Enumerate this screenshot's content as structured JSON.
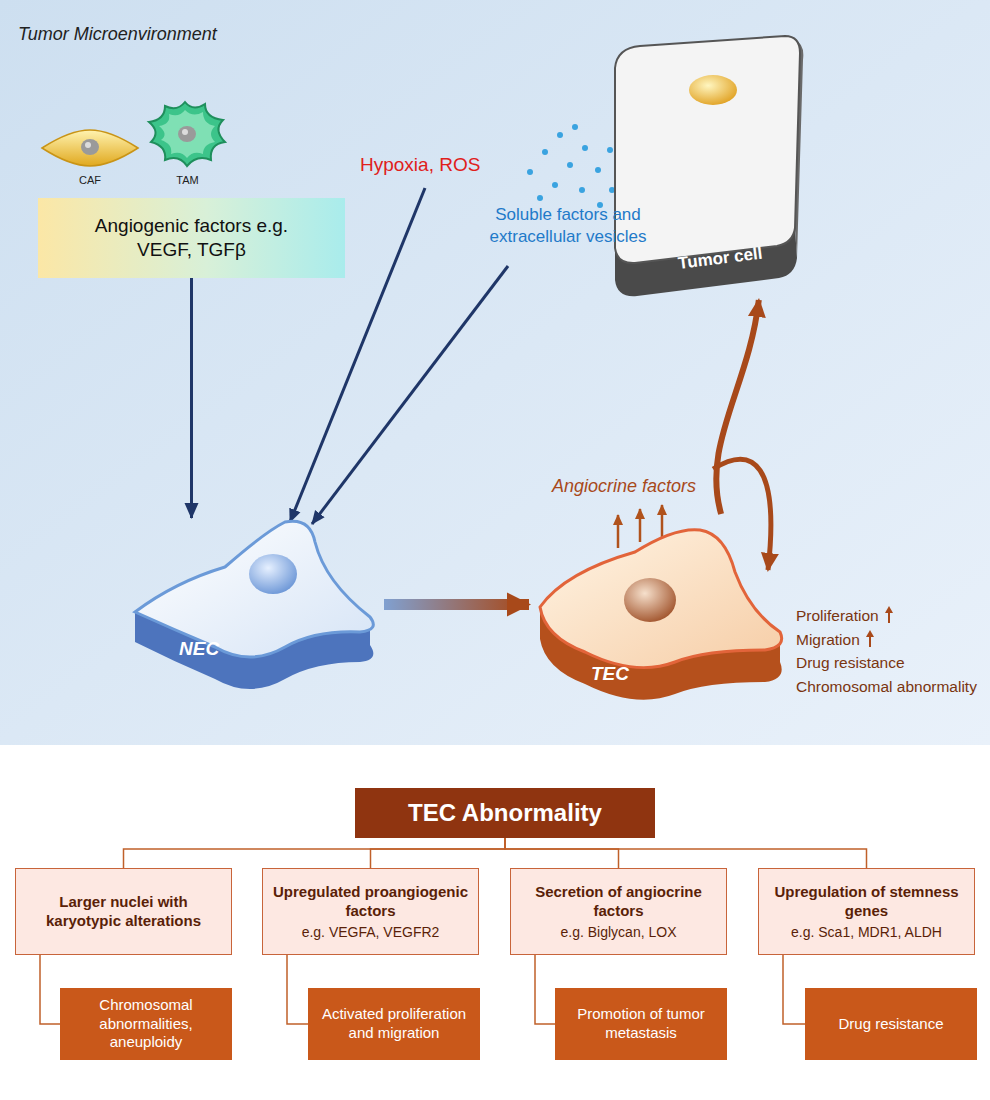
{
  "diagram": {
    "nodes": [
      {
        "text": [
          "CAF"
        ]
      },
      {
        "text": [
          "TAM"
        ]
      },
      {
        "text": [
          "Angiogenic factors e.g. VEGF, TGFβ"
        ]
      },
      {
        "text": [
          "Tumor cell"
        ]
      },
      {
        "text": [
          "NEC"
        ]
      },
      {
        "text": [
          "TEC"
        ]
      },
      {
        "text": [
          "TEC Abnormality"
        ]
      },
      {
        "text": [
          "Larger nuclei with karyotypic alterations"
        ]
      },
      {
        "text": [
          "Upregulated proangiogenic factors",
          "e.g. VEGFA, VEGFR2"
        ]
      },
      {
        "text": [
          "Secretion of angiocrine factors",
          "e.g. Biglycan, LOX"
        ]
      },
      {
        "text": [
          "Upregulation of stemness genes",
          "e.g. Sca1, MDR1, ALDH"
        ]
      },
      {
        "text": [
          "Chromosomal abnormalities, aneuploidy"
        ]
      },
      {
        "text": [
          "Activated proliferation and migration"
        ]
      },
      {
        "text": [
          "Promotion of tumor metastasis"
        ]
      },
      {
        "text": [
          "Drug resistance"
        ]
      }
    ],
    "edges": [
      {
        "from": 2,
        "to": 4,
        "arrow": "to"
      },
      {
        "from": 4,
        "to": 5,
        "arrow": "to"
      },
      {
        "from": 5,
        "to": 3,
        "arrow": "to"
      },
      {
        "from": 6,
        "to": 7,
        "arrow": "none"
      },
      {
        "from": 6,
        "to": 8,
        "arrow": "none"
      },
      {
        "from": 6,
        "to": 9,
        "arrow": "none"
      },
      {
        "from": 6,
        "to": 10,
        "arrow": "none"
      },
      {
        "from": 7,
        "to": 11,
        "arrow": "none"
      },
      {
        "from": 8,
        "to": 12,
        "arrow": "none"
      },
      {
        "from": 9,
        "to": 13,
        "arrow": "none"
      },
      {
        "from": 10,
        "to": 14,
        "arrow": "none"
      }
    ],
    "labels": [
      "Tumor Microenvironment",
      "Hypoxia, ROS",
      "Soluble factors and extracellular vesicles",
      "Angiocrine factors",
      "Proliferation",
      "Migration",
      "Drug resistance",
      "Chromosomal abnormality"
    ]
  }
}
